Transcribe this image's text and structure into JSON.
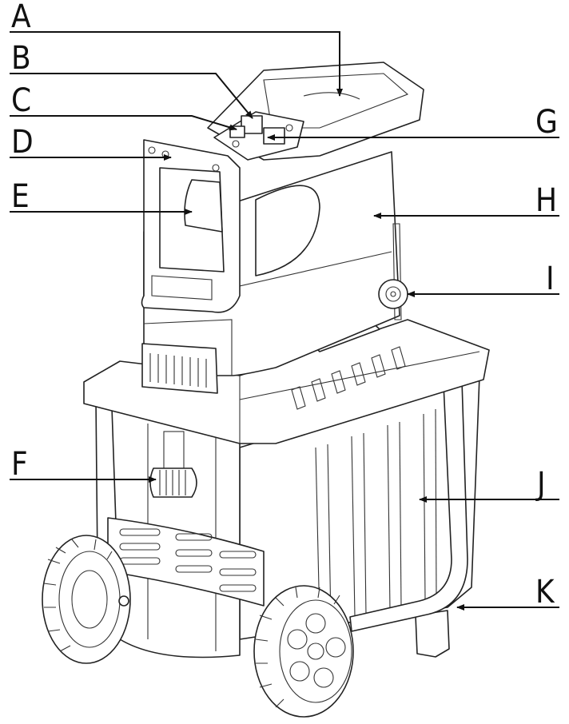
{
  "diagram": {
    "labels": [
      {
        "id": "A",
        "text": "A"
      },
      {
        "id": "B",
        "text": "B"
      },
      {
        "id": "C",
        "text": "C"
      },
      {
        "id": "D",
        "text": "D"
      },
      {
        "id": "E",
        "text": "E"
      },
      {
        "id": "F",
        "text": "F"
      },
      {
        "id": "G",
        "text": "G"
      },
      {
        "id": "H",
        "text": "H"
      },
      {
        "id": "I",
        "text": "I"
      },
      {
        "id": "J",
        "text": "J"
      },
      {
        "id": "K",
        "text": "K"
      }
    ]
  }
}
